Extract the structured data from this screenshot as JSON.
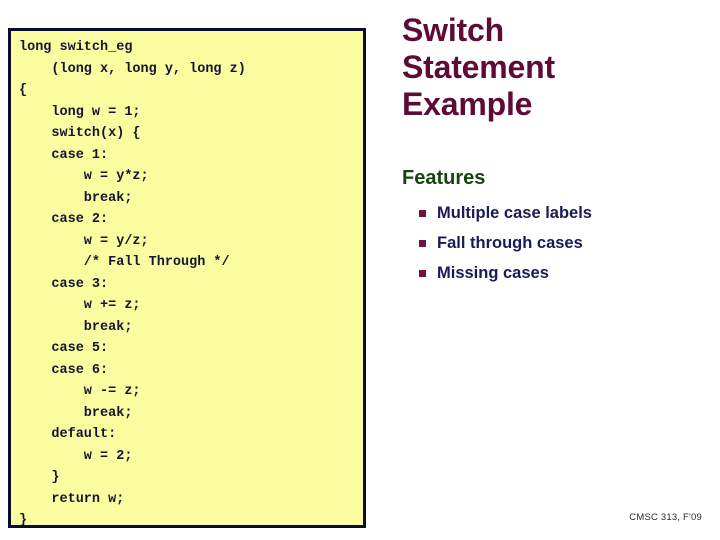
{
  "slide": {
    "title": "Switch\nStatement\nExample",
    "footer": "CMSC 313, F'09",
    "background_color": "#ffffff"
  },
  "code_panel": {
    "name": "code-listing",
    "language": "c",
    "background_color": "#FBFBA0",
    "border_color": "#0B0B2B",
    "text_color": "#15152F",
    "lines": [
      "long switch_eg",
      "    (long x, long y, long z)",
      "{",
      "    long w = 1;",
      "    switch(x) {",
      "    case 1:",
      "        w = y*z;",
      "        break;",
      "    case 2:",
      "        w = y/z;",
      "        /* Fall Through */",
      "    case 3:",
      "        w += z;",
      "        break;",
      "    case 5:",
      "    case 6:",
      "        w -= z;",
      "        break;",
      "    default:",
      "        w = 2;",
      "    }",
      "    return w;",
      "}"
    ],
    "code_text": "long switch_eg\n    (long x, long y, long z)\n{\n    long w = 1;\n    switch(x) {\n    case 1:\n        w = y*z;\n        break;\n    case 2:\n        w = y/z;\n        /* Fall Through */\n    case 3:\n        w += z;\n        break;\n    case 5:\n    case 6:\n        w -= z;\n        break;\n    default:\n        w = 2;\n    }\n    return w;\n}"
  },
  "features": {
    "heading": "Features",
    "heading_color": "#17450F",
    "bullet_color": "#6E1440",
    "item_text_color": "#1A1A58",
    "items": [
      {
        "label": "Multiple case labels"
      },
      {
        "label": "Fall through cases"
      },
      {
        "label": "Missing cases"
      }
    ]
  },
  "colors": {
    "title": "#5E0B36",
    "code_bg": "#FBFBA0",
    "code_border": "#0B0B2B",
    "features_green": "#17450F",
    "bullet_maroon": "#6E1440",
    "bullet_text_navy": "#1A1A58"
  }
}
